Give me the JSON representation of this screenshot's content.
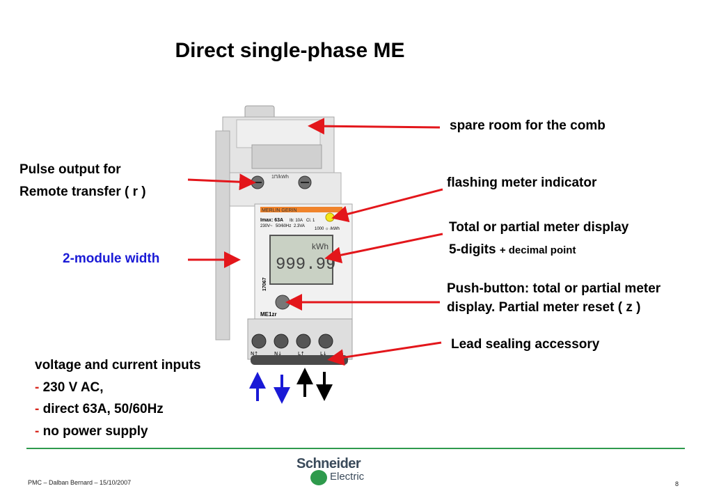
{
  "slide": {
    "title": "Direct single-phase ME",
    "labels": {
      "comb": "spare room for the comb",
      "pulse_line1": "Pulse output for",
      "pulse_line2": "Remote transfer ( r )",
      "flashing": "flashing meter indicator",
      "display_line1": "Total or partial meter display",
      "display_line2_main": "5-digits",
      "display_line2_small": "+ decimal point",
      "module_width": "2-module width",
      "pushbutton_line1": "Push-button: total or partial meter",
      "pushbutton_line2": "display. Partial meter reset ( z )",
      "lead_sealing": "Lead sealing accessory",
      "inputs_heading": "voltage and current inputs",
      "inputs_items": [
        "230 V AC,",
        "direct 63A, 50/60Hz",
        "no power supply"
      ],
      "bullet": "-"
    }
  },
  "device": {
    "brand_strip": "MERLIN GERIN",
    "imax": "Imax: 63A",
    "ib": "Ib: 10A",
    "class": "Cl. 1",
    "voltage": "230V~",
    "freq": "50/60Hz",
    "power": "2.3VA",
    "pulse_rate": "1000 ☼ /kWh",
    "pulse_terminal": "1Π/kWh",
    "display_value": "999.99",
    "display_unit": "kWh",
    "ref": "17067",
    "model": "ME1zr",
    "terminals": [
      "N↑",
      "N↓",
      "L↑",
      "L↓"
    ]
  },
  "footer": {
    "credit": "PMC – Dalban Bernard – 15/10/2007",
    "page": "8",
    "logo_word1": "Schneider",
    "logo_word2": "Electric"
  },
  "colors": {
    "callout_arrow": "#e3161b",
    "blue_arrow": "#1a1ad6",
    "footer_line": "#2e9a4c",
    "display_bg": "#c9d1c4",
    "brand_strip": "#f0842c"
  }
}
